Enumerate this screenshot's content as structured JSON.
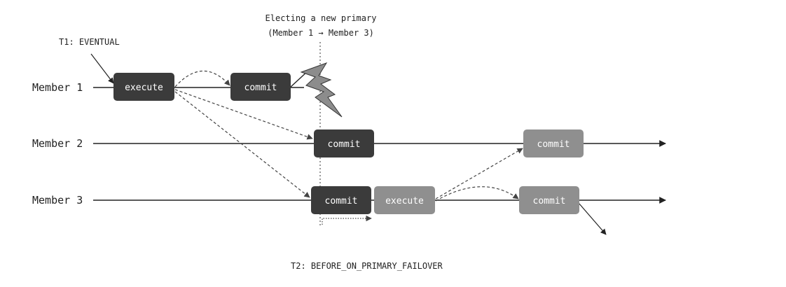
{
  "diagram": {
    "header": {
      "line1": "Electing a new primary",
      "line2": "(Member 1 → Member 3)"
    },
    "t1_label": "T1: EVENTUAL",
    "t2_label": "T2: BEFORE_ON_PRIMARY_FAILOVER",
    "members": [
      {
        "label": "Member 1"
      },
      {
        "label": "Member 2"
      },
      {
        "label": "Member 3"
      }
    ],
    "boxes": {
      "m1_execute": "execute",
      "m1_commit": "commit",
      "m2_commit1": "commit",
      "m2_commit2": "commit",
      "m3_commit1": "commit",
      "m3_execute": "execute",
      "m3_commit2": "commit"
    },
    "colors": {
      "dark_box": "#3b3b3b",
      "light_box": "#8f8f8f",
      "line": "#222222",
      "dashed": "#444444",
      "lightning": "#8c8c8c"
    }
  }
}
